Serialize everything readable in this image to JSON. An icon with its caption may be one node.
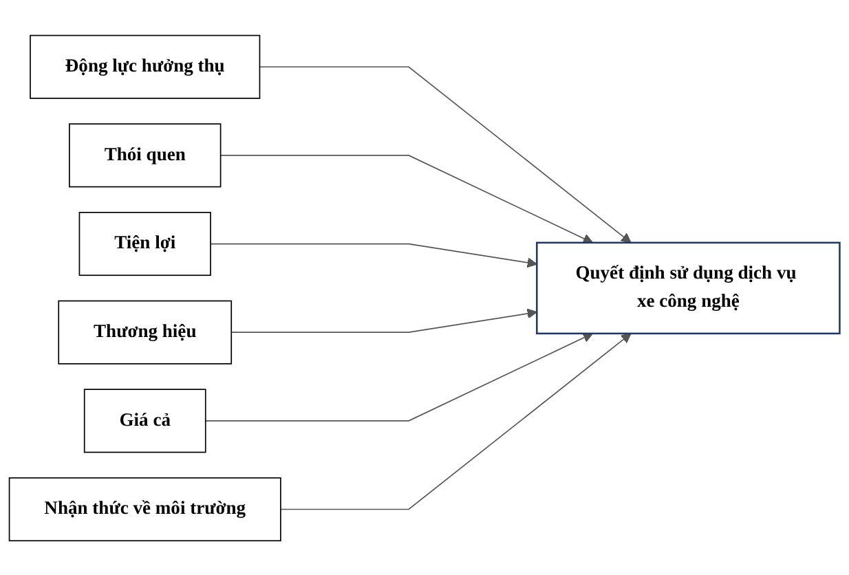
{
  "diagram": {
    "nodes": [
      {
        "text": [
          "Động lực hưởng thụ"
        ]
      },
      {
        "text": [
          "Thói quen"
        ]
      },
      {
        "text": [
          "Tiện lợi"
        ]
      },
      {
        "text": [
          "Thương hiệu"
        ]
      },
      {
        "text": [
          "Giá cả"
        ]
      },
      {
        "text": [
          "Nhận thức về môi trường"
        ]
      },
      {
        "text": [
          "Quyết định sử dụng dịch vụ xe công nghệ"
        ]
      }
    ],
    "edges": [
      {
        "from": 0,
        "to": 6,
        "arrow": "to"
      },
      {
        "from": 1,
        "to": 6,
        "arrow": "to"
      },
      {
        "from": 2,
        "to": 6,
        "arrow": "to"
      },
      {
        "from": 3,
        "to": 6,
        "arrow": "to"
      },
      {
        "from": 4,
        "to": 6,
        "arrow": "to"
      },
      {
        "from": 5,
        "to": 6,
        "arrow": "to"
      }
    ]
  }
}
